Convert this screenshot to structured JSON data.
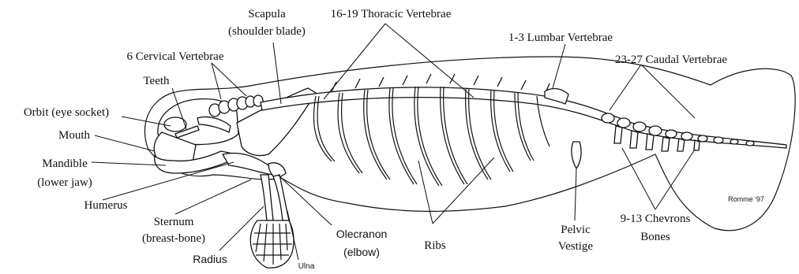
{
  "diagram": {
    "labels": {
      "scapula": "Scapula",
      "scapula_sub": "(shoulder blade)",
      "thoracic": "16-19 Thoracic Vertebrae",
      "lumbar": "1-3 Lumbar Vertebrae",
      "caudal": "23-27 Caudal Vertebrae",
      "cervical": "6 Cervical Vertebrae",
      "teeth": "Teeth",
      "orbit": "Orbit (eye socket)",
      "mouth": "Mouth",
      "mandible": "Mandible",
      "mandible_sub": "(lower jaw)",
      "humerus": "Humerus",
      "sternum": "Sternum",
      "sternum_sub": "(breast-bone)",
      "radius": "Radius",
      "ulna": "Ulna",
      "olecranon": "Olecranon",
      "olecranon_sub": "(elbow)",
      "ribs": "Ribs",
      "pelvic": "Pelvic",
      "pelvic_sub": "Vestige",
      "chevrons": "9-13 Chevrons",
      "chevrons_sub": "Bones"
    },
    "credit": "Romme '97"
  }
}
